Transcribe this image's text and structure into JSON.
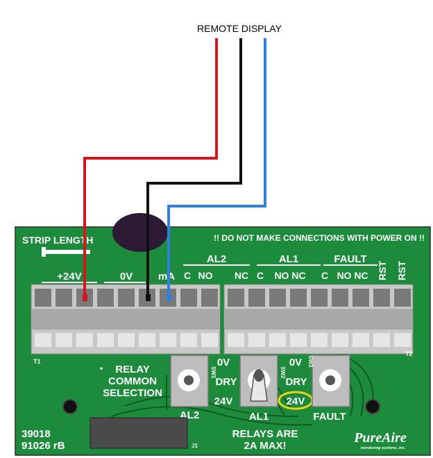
{
  "title": "REMOTE DISPLAY",
  "strip_length": "STRIP LENGTH",
  "warning": "!! DO NOT MAKE CONNECTIONS WITH POWER ON !!",
  "terminal_labels": {
    "plus24v": "+24V",
    "zero_v": "0V",
    "ma": "mA",
    "al2": "AL2",
    "al1": "AL1",
    "fault": "FAULT",
    "c": "C",
    "no": "NO",
    "nc": "NC",
    "nonc": "NO NC",
    "rst": "RST"
  },
  "block_ids": {
    "t1": "T1",
    "t2": "T2",
    "j1": "J1"
  },
  "relay_selection": {
    "line1": "RELAY",
    "line2": "COMMON",
    "line3": "SELECTION"
  },
  "switches": {
    "sw1": "SW1",
    "sw2": "SW2",
    "sw3": "SW3",
    "zero_v": "0V",
    "dry": "DRY",
    "v24": "24V",
    "al2": "AL2",
    "al1": "AL1",
    "fault": "FAULT"
  },
  "part_numbers": {
    "line1": "39018",
    "line2": "91026 rB"
  },
  "relay_note": {
    "line1": "RELAYS ARE",
    "line2": "2A MAX!"
  },
  "logo": {
    "name": "PureAire",
    "tagline": "monitoring systems, inc."
  },
  "colors": {
    "board": "#1c8c3c",
    "wire_red": "#d0181c",
    "wire_black": "#111111",
    "wire_blue": "#2f7fe0",
    "highlight": "#e8d21c"
  }
}
